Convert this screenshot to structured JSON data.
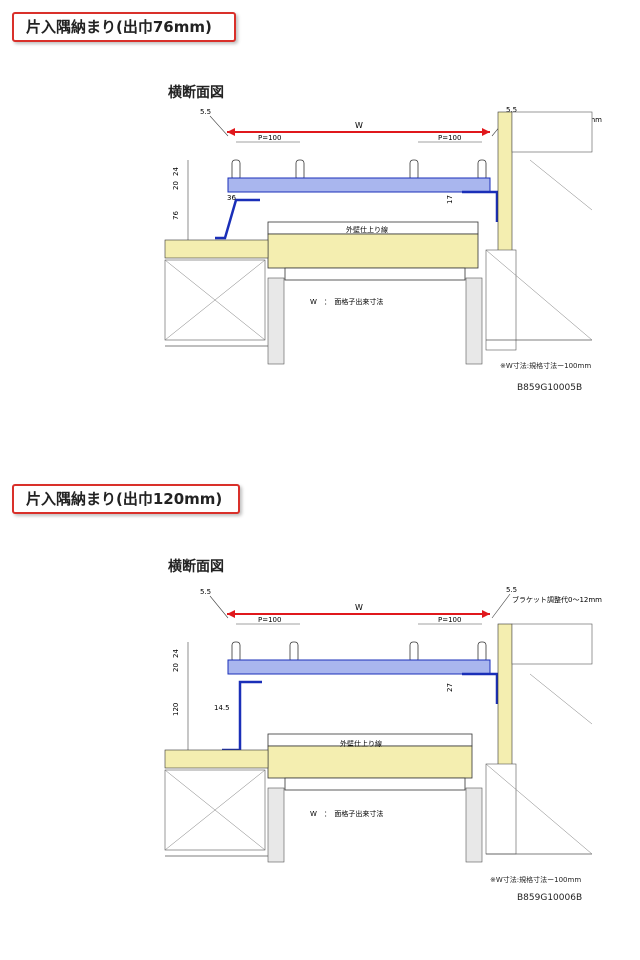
{
  "titles": [
    "片入隅納まり(出巾76mm)",
    "片入隅納まり(出巾120mm)"
  ],
  "section_label": "横断面図",
  "dims": {
    "top_small": "5.5",
    "pitch": "P=100",
    "width": "W",
    "bracket": "ブラケット調整代0～12mm",
    "d24": "24",
    "d20": "20"
  },
  "diagram1": {
    "depth": "76",
    "offset": "36",
    "side": "17",
    "wall_line": "外壁仕上り線",
    "w_label": "W　：　面格子出来寸法",
    "note": "※W寸法:規格寸法ー100mm",
    "code": "B859G10005B"
  },
  "diagram2": {
    "depth": "120",
    "offset": "14.5",
    "side": "27",
    "wall_line": "外壁仕上り線",
    "w_label": "W　：　面格子出来寸法",
    "note": "※W寸法:規格寸法ー100mm",
    "code": "B859G10006B"
  },
  "colors": {
    "frame_fill": "#a9b6ee",
    "frame_line": "#1a2fb8",
    "red_dim": "#e0181c",
    "insulation": "#f4eeb0",
    "title_border": "#d9302a"
  }
}
